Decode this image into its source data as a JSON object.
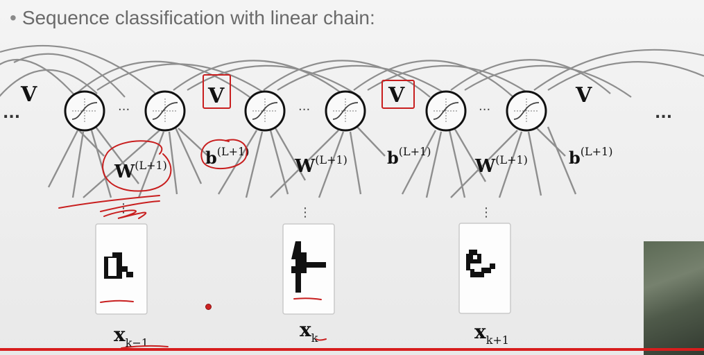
{
  "slide": {
    "bullet": "•",
    "title": "Sequence classification with linear chain:"
  },
  "diagram": {
    "recurrent_weight": "V",
    "input_weight": "W",
    "bias": "b",
    "layer_superscript": "(L+1)",
    "ellipsis": "...",
    "inner_ellipsis": "···",
    "vertical_ellipsis": "⋮",
    "input_symbol": "x",
    "inputs": [
      {
        "subscript": "k−1",
        "glyph": "a"
      },
      {
        "subscript": "k",
        "glyph": "t"
      },
      {
        "subscript": "k+1",
        "glyph": "e"
      }
    ]
  },
  "colors": {
    "annotation": "#c81e1e",
    "edges": "#8e8e8e",
    "progress": "#d71d1d"
  }
}
